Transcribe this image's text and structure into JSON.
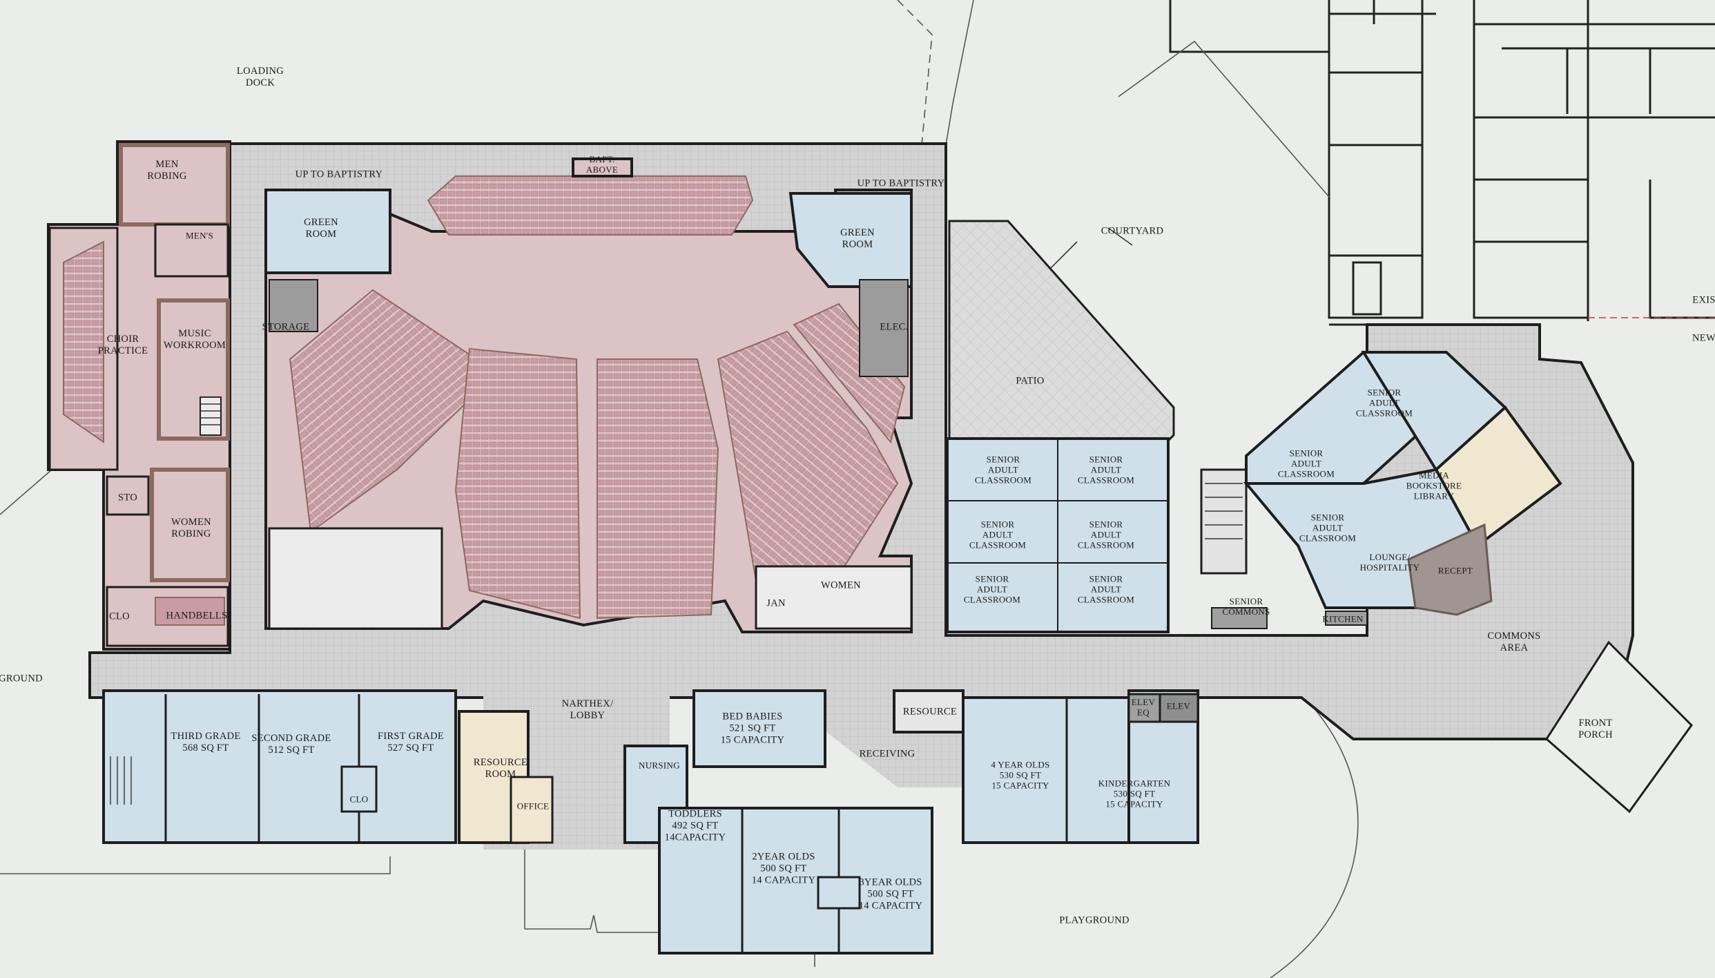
{
  "colors": {
    "background": "#ebedeb",
    "worship": "#dcc3c6",
    "worship_seats": "#c89ca2",
    "classroom": "#cfe0ea",
    "circulation": "#d2d2d2",
    "patio": "#dadada",
    "media": "#efe7d0",
    "resource_room": "#f1e6cf",
    "wall": "#1e1e1e",
    "accent_wall": "#8c6a60"
  },
  "labels": {
    "loading_dock": "LOADING\nDOCK",
    "men_robing": "MEN\nROBING",
    "mens": "MEN'S",
    "up_to_baptistry_left": "UP TO BAPTISTRY",
    "up_to_baptistry_right": "UP TO BAPTISTRY",
    "bapt_above": "BAPT.\nABOVE",
    "green_room_left": "GREEN\nROOM",
    "green_room_right": "GREEN\nROOM",
    "courtyard": "COURTYARD",
    "choir_practice": "CHOIR\nPRACTICE",
    "music_workroom": "MUSIC\nWORKROOM",
    "storage": "STORAGE",
    "elec": "ELEC.",
    "patio": "PATIO",
    "sto": "STO",
    "women_robing": "WOMEN\nROBING",
    "clo_left": "CLO",
    "handbells": "HANDBELLS",
    "women": "WOMEN",
    "jan": "JAN",
    "ground": "GROUND",
    "senior_classroom": "SENIOR\nADULT\nCLASSROOM",
    "media_bookstore": "MEDIA\nBOOKSTORE\nLIBRARY",
    "lounge": "LOUNGE/\nHOSPITALITY",
    "recept": "RECEPT",
    "senior_commons": "SENIOR\nCOMMONS",
    "kitchen": "KITCHEN",
    "commons_area": "COMMONS\nAREA",
    "third_grade": "THIRD GRADE\n568 SQ FT",
    "second_grade": "SECOND GRADE\n512 SQ FT",
    "first_grade": "FIRST GRADE\n527 SQ FT",
    "clo_mid": "CLO",
    "resource_room": "RESOURCE\nROOM",
    "office": "OFFICE",
    "narthex": "NARTHEX/\nLOBBY",
    "bed_babies": "BED BABIES\n521 SQ FT\n15 CAPACITY",
    "nursing": "NURSING",
    "resource": "RESOURCE",
    "receiving": "RECEIVING",
    "four_year_olds": "4 YEAR OLDS\n530 SQ FT\n15 CAPACITY",
    "kindergarten": "KINDERGARTEN\n530 SQ FT\n15 CAPACITY",
    "elev_eq": "ELEV\nEQ",
    "elev": "ELEV",
    "front_porch": "FRONT\nPORCH",
    "toddlers": "TODDLERS\n492 SQ FT\n14CAPACITY",
    "two_year_olds": "2YEAR OLDS\n500 SQ FT\n14 CAPACITY",
    "three_year_olds": "3YEAR OLDS\n500 SQ FT\n14 CAPACITY",
    "playground": "PLAYGROUND",
    "exis": "EXIS",
    "new": "NEW"
  }
}
